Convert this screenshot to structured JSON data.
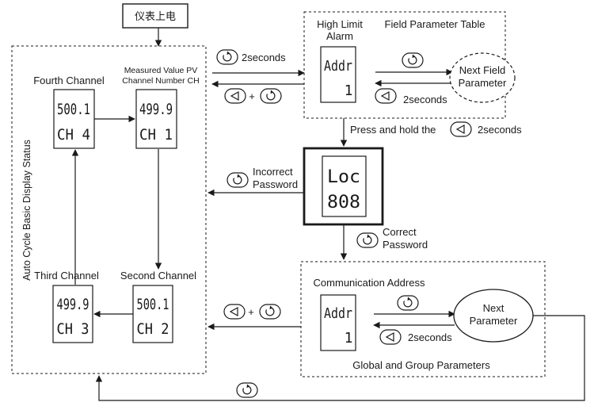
{
  "power_on": "仪表上电",
  "basic_status": {
    "title": "Auto Cycle Basic Display Status",
    "fourth_channel": "Fourth Channel",
    "measured_value_line1": "Measured Value PV",
    "measured_value_line2": "Channel Number CH",
    "third_channel": "Third Channel",
    "second_channel": "Second Channel",
    "lcd_fourth": {
      "top": "500.1",
      "bottom": "CH 4"
    },
    "lcd_first": {
      "top": "499.9",
      "bottom": "CH 1"
    },
    "lcd_third": {
      "top": "499.9",
      "bottom": "CH 3"
    },
    "lcd_second": {
      "top": "500.1",
      "bottom": "CH 2"
    }
  },
  "field_table": {
    "high_limit_line1": "High Limit",
    "high_limit_line2": "Alarm",
    "title": "Field Parameter Table",
    "lcd": {
      "top": "Addr",
      "bottom": "1"
    },
    "next_line1": "Next Field",
    "next_line2": "Parameter",
    "two_seconds": "2seconds"
  },
  "to_field_table": "2seconds",
  "return_plus": "+",
  "press_hold": "Press and hold the",
  "press_hold_seconds": "2seconds",
  "password": {
    "lcd": {
      "top": "Loc",
      "bottom": "808"
    },
    "incorrect_line1": "Incorrect",
    "incorrect_line2": "Password",
    "correct_line1": "Correct",
    "correct_line2": "Password"
  },
  "global_table": {
    "comm_address": "Communication Address",
    "lcd": {
      "top": "Addr",
      "bottom": "1"
    },
    "next_line1": "Next",
    "next_line2": "Parameter",
    "two_seconds": "2seconds",
    "title": "Global and Group Parameters"
  },
  "return_plus_bottom": "+",
  "icons": [
    "rotate-key-icon",
    "left-key-icon"
  ]
}
